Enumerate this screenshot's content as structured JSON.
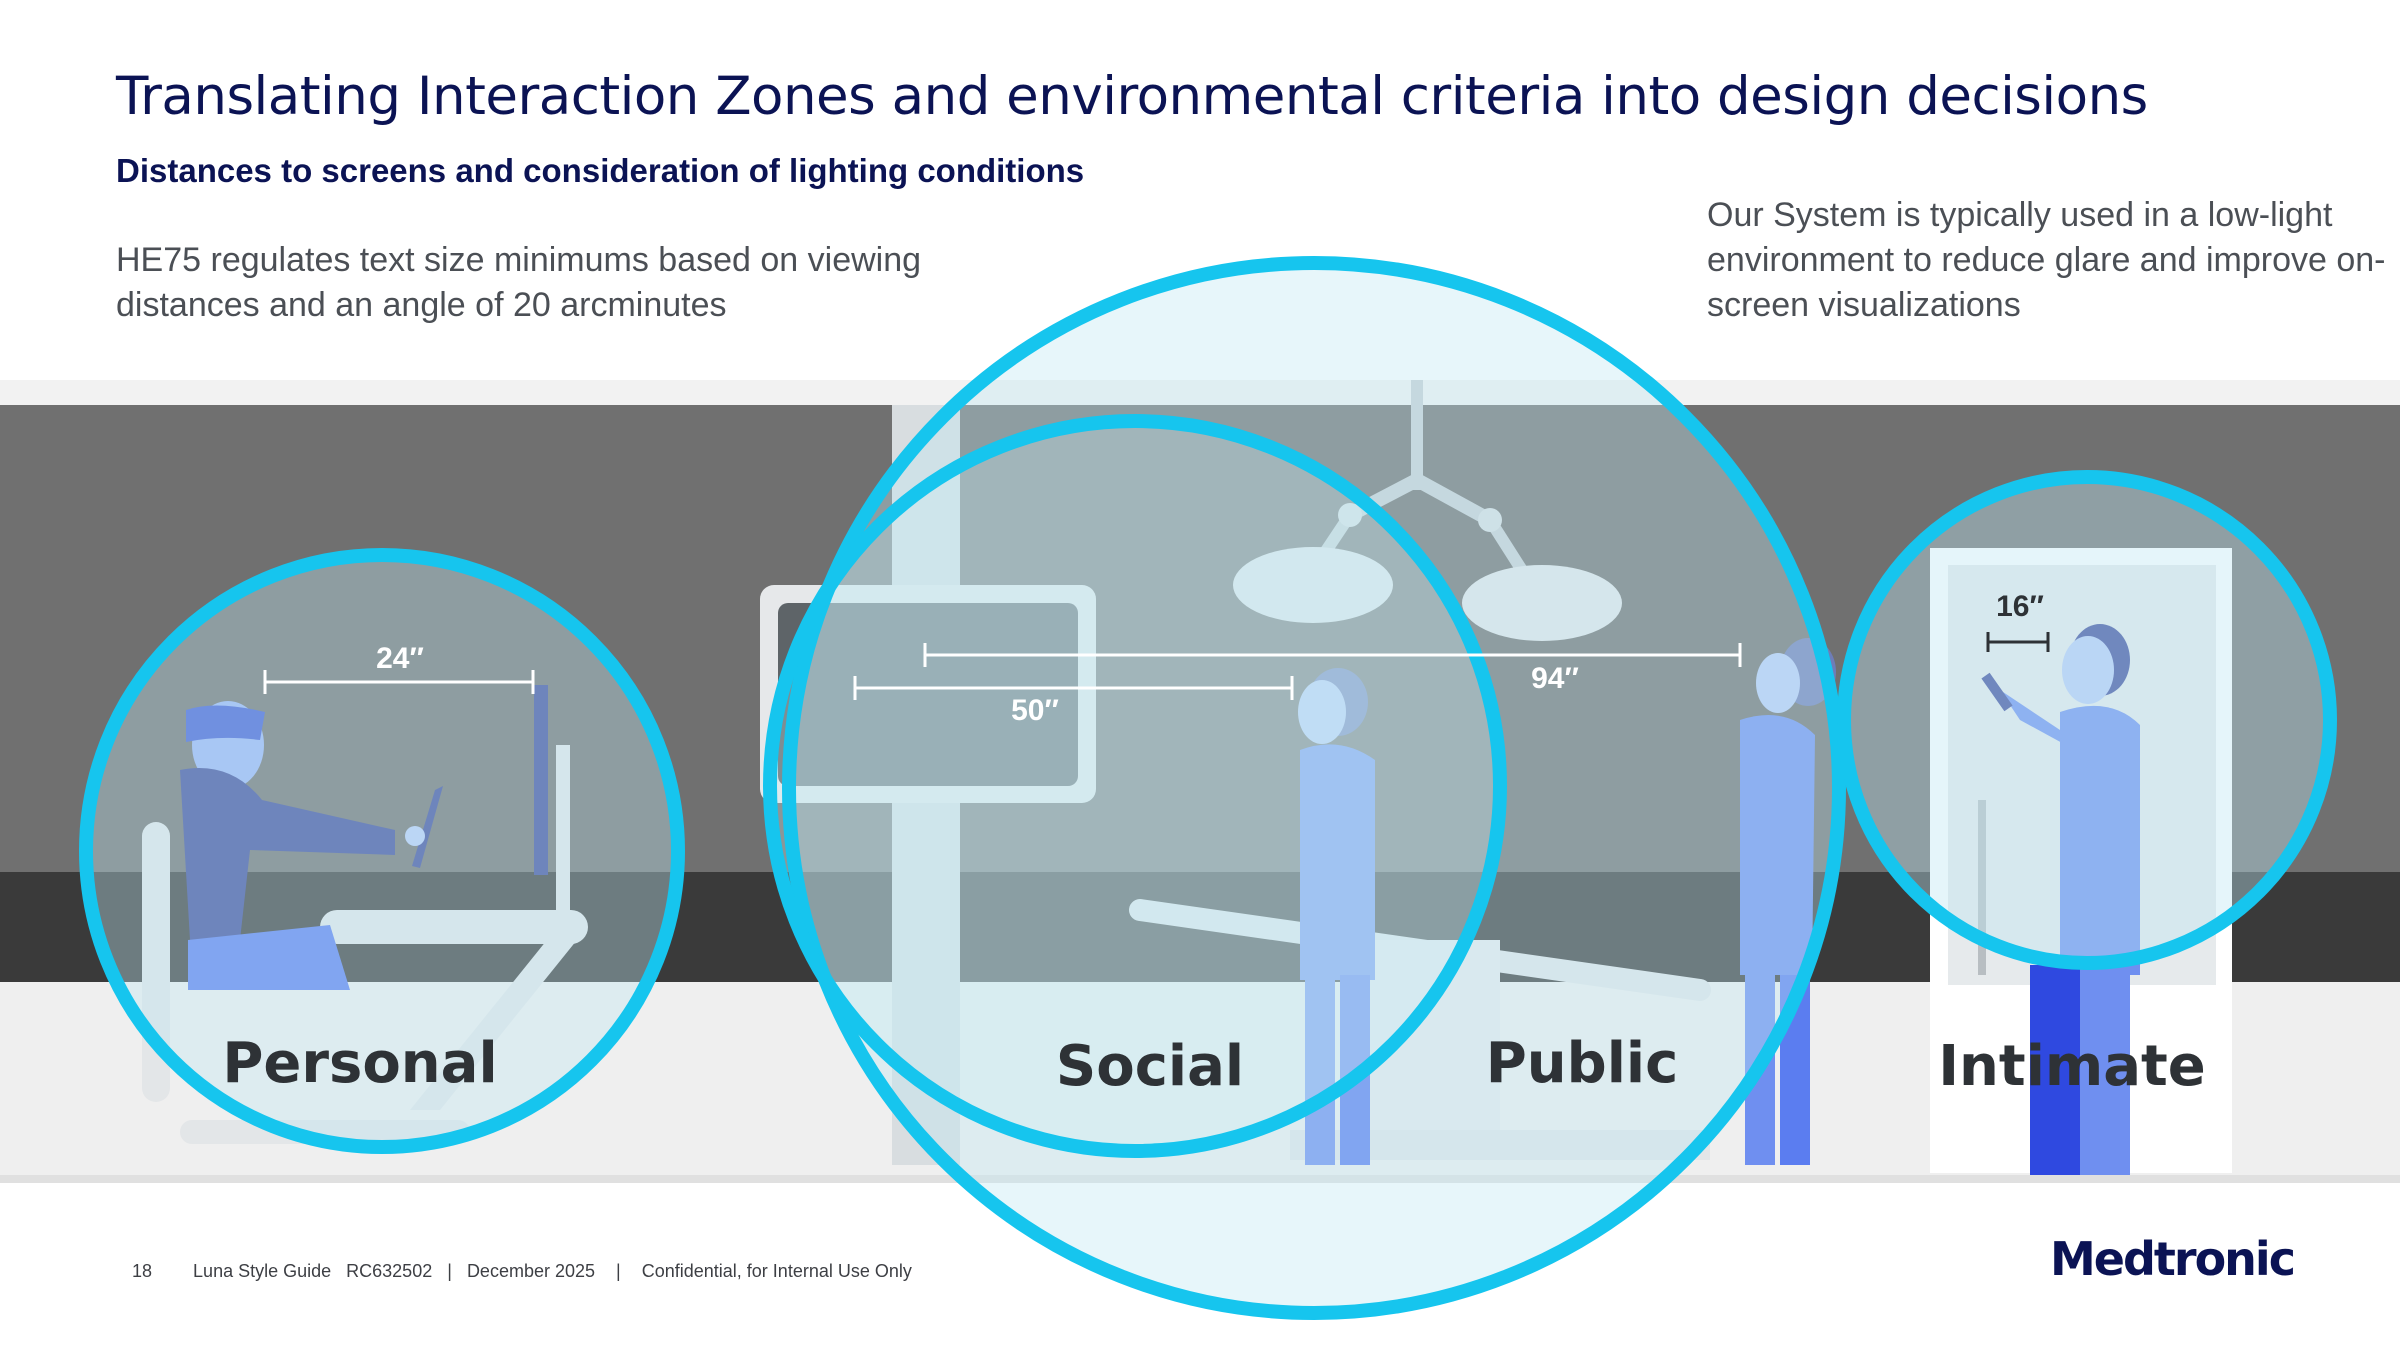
{
  "slide": {
    "title": "Translating Interaction Zones and environmental criteria into design decisions",
    "subtitle": "Distances to screens and consideration of lighting conditions",
    "left_text": "HE75 regulates text size minimums based on viewing distances and an angle of 20 arcminutes",
    "right_text": "Our System is typically used in a low-light environment to reduce glare and improve on-screen visualizations"
  },
  "zones": {
    "personal": {
      "label": "Personal",
      "distance": "24″"
    },
    "social": {
      "label": "Social",
      "distance": "50″"
    },
    "public": {
      "label": "Public",
      "distance": "94″"
    },
    "intimate": {
      "label": "Intimate",
      "distance": "16″"
    }
  },
  "colors": {
    "ring": "#16c5ee",
    "navy": "#0b1354",
    "figure_blue": "#6f8ff0",
    "figure_dark": "#3d4a9c"
  },
  "footer": {
    "page_number": "18",
    "doc_name": "Luna Style Guide",
    "doc_id": "RC632502",
    "date": "December 2025",
    "confidentiality": "Confidential, for Internal Use Only"
  },
  "brand": {
    "logo_text": "Medtronic"
  }
}
